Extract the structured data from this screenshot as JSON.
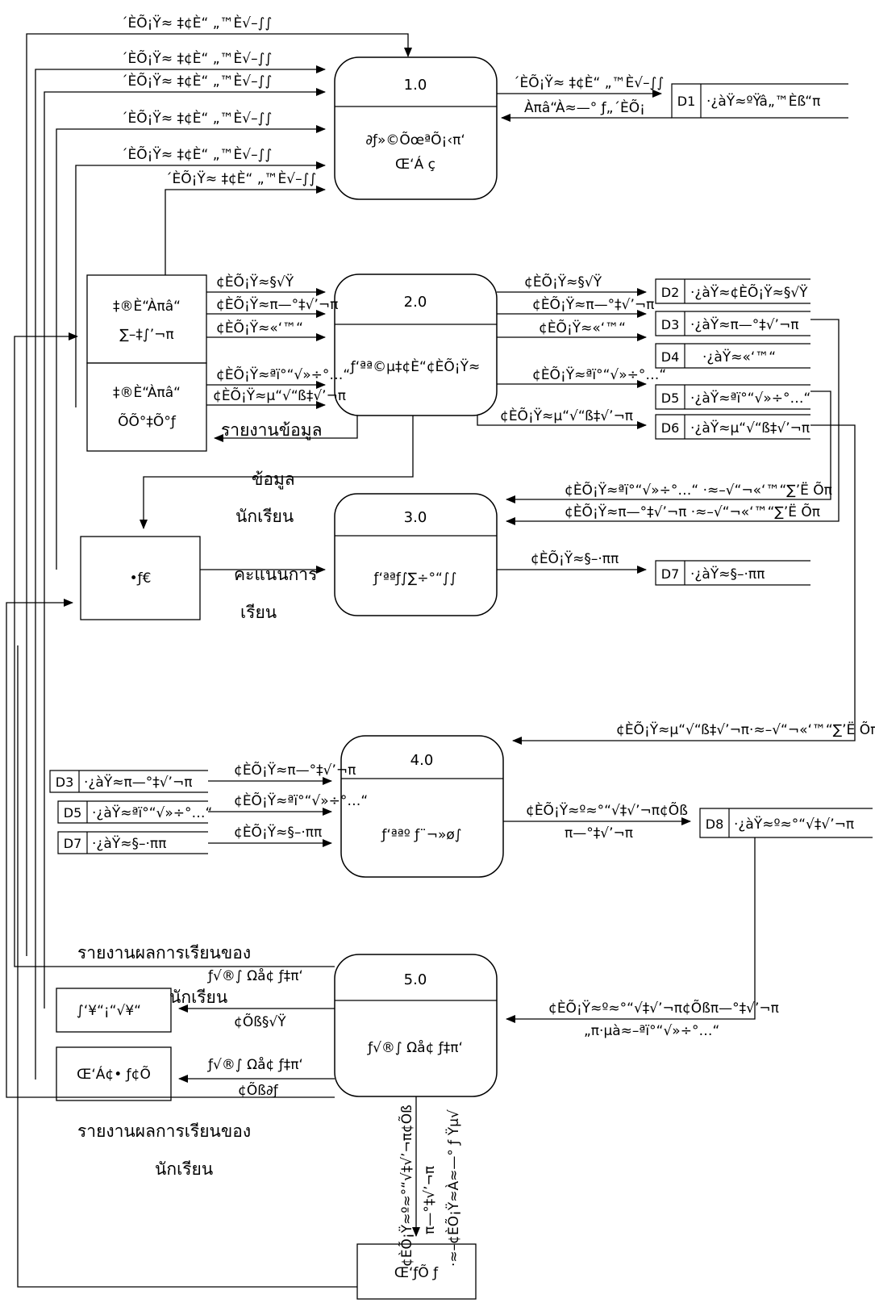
{
  "processes": [
    {
      "id": "1.0",
      "name_line1": "∂ƒ»©ÕœªÕ¡‹π‘",
      "name_line2": "Œ‘Á ç"
    },
    {
      "id": "2.0",
      "name_line1": "ƒ‘ªª©µ‡¢È“¢ÈÕ¡Ÿ≈"
    },
    {
      "id": "3.0",
      "name_line1": "ƒ‘ªªƒ∫∑÷°“∫∫"
    },
    {
      "id": "4.0",
      "name_line1": "ƒ‘ªªº ƒ¨¬»ø∫"
    },
    {
      "id": "5.0",
      "name_line1": "ƒ√®∫ Ωå¢ ƒ‡π‘"
    }
  ],
  "entities": {
    "staff_line1": "‡®È“Àπâ“",
    "staff_line2": "∑–‡∫’¬π",
    "registrar_line1": "‡®È“Àπâ“",
    "registrar_line2": "ÕÕ°‡Õ°ƒ",
    "teacher": "•ƒ€",
    "student": "∫‘¥“¡“√¥“",
    "advisor": "Œ‘Á¢• ƒ¢Õ",
    "director": "Œ‘ƒÕ ƒ"
  },
  "data_stores": [
    {
      "id": "D1",
      "name": "·¿àŸ≈ºŸâ„™Èß“π"
    },
    {
      "id": "D2",
      "name": "·¿àŸ≈¢ÈÕ¡Ÿ≈§√Ÿ"
    },
    {
      "id": "D3",
      "name": "·¿àŸ≈π—°‡√’¬π"
    },
    {
      "id": "D4",
      "name": "·¿àŸ≈«‘™“"
    },
    {
      "id": "D5",
      "name": "·¿àŸ≈ªï°“√»÷°…“"
    },
    {
      "id": "D6",
      "name": "·¿àŸ≈µ“√“ß‡√’¬π"
    },
    {
      "id": "D7",
      "name": "·¿àŸ≈§–·ππ"
    },
    {
      "id": "D8",
      "name": "·¿àŸ≈º≈°“√‡√’¬π"
    }
  ],
  "flows": {
    "login": "´ÈÕ¡Ÿ≈ ‡¢È“ „™È√–∫∫",
    "login_result_line1": "´ÈÕ¡Ÿ≈ ‡¢È“ „™È√–∫∫",
    "login_result_line2": "Àπâ“À≈—° ƒ„´ÈÕ¡",
    "teacher_data": "¢ÈÕ¡Ÿ≈§√Ÿ",
    "student_data": "¢ÈÕ¡Ÿ≈π—°‡√’¬π",
    "subject_data": "¢ÈÕ¡Ÿ≈«‘™“",
    "year_data": "¢ÈÕ¡Ÿ≈ªï°“√»÷°…“",
    "timetable_data": "¢ÈÕ¡Ÿ≈µ“√“ß‡√’¬π",
    "report_data": "รายงานข้อมูล",
    "student_info_line1": "ข้อมูล",
    "student_info_line2": "นักเรียน",
    "scores_line1": "คะแนนการ",
    "scores_line2": "เรียน",
    "year_to_p3": "¢ÈÕ¡Ÿ≈ªï°“√»÷°…“ ·≈–√“¬«‘™“∑’Ë Õπ",
    "student_to_p3": "¢ÈÕ¡Ÿ≈π—°‡√’¬π ·≈–√“¬«‘™“∑’Ë Õπ",
    "score_data": "¢ÈÕ¡Ÿ≈§–·ππ",
    "timetable_to_p4": "¢ÈÕ¡Ÿ≈µ“√“ß‡√’¬π·≈–√“¬«‘™“∑’Ë Õπ",
    "result_data_line1": "¢ÈÕ¡Ÿ≈º≈°“√‡√’¬π¢Õß",
    "result_data_line2": "π—°‡√’¬π",
    "result_to_p5_line1": "¢ÈÕ¡Ÿ≈º≈°“√‡√’¬π¢Õßπ—°‡√’¬π",
    "result_to_p5_line2": "„π·µà≈–ªï°“√»÷°…“",
    "report_student_thai_line1": "รายงานผลการเรียนของ",
    "report_student_thai_line2": "นักเรียน",
    "report_grades_line1": "ƒ√®∫ Ωå¢ ƒ‡π‘",
    "report_grades_line2": "¢Õß§√Ÿ",
    "report_advisor_line1": "ƒ√®∫ Ωå¢ ƒ‡π‘",
    "report_advisor_line2": "¢Õß∂ƒ",
    "director_flow_line1": "¢ÈÕ¡Ÿ≈º≈°“√‡√’¬π¢Õß",
    "director_flow_line2": "π—°‡√’¬π",
    "director_flow_line3": "·≈–¢ÈÕ¡Ÿ≈À≈—° ƒ Ÿµ√"
  }
}
